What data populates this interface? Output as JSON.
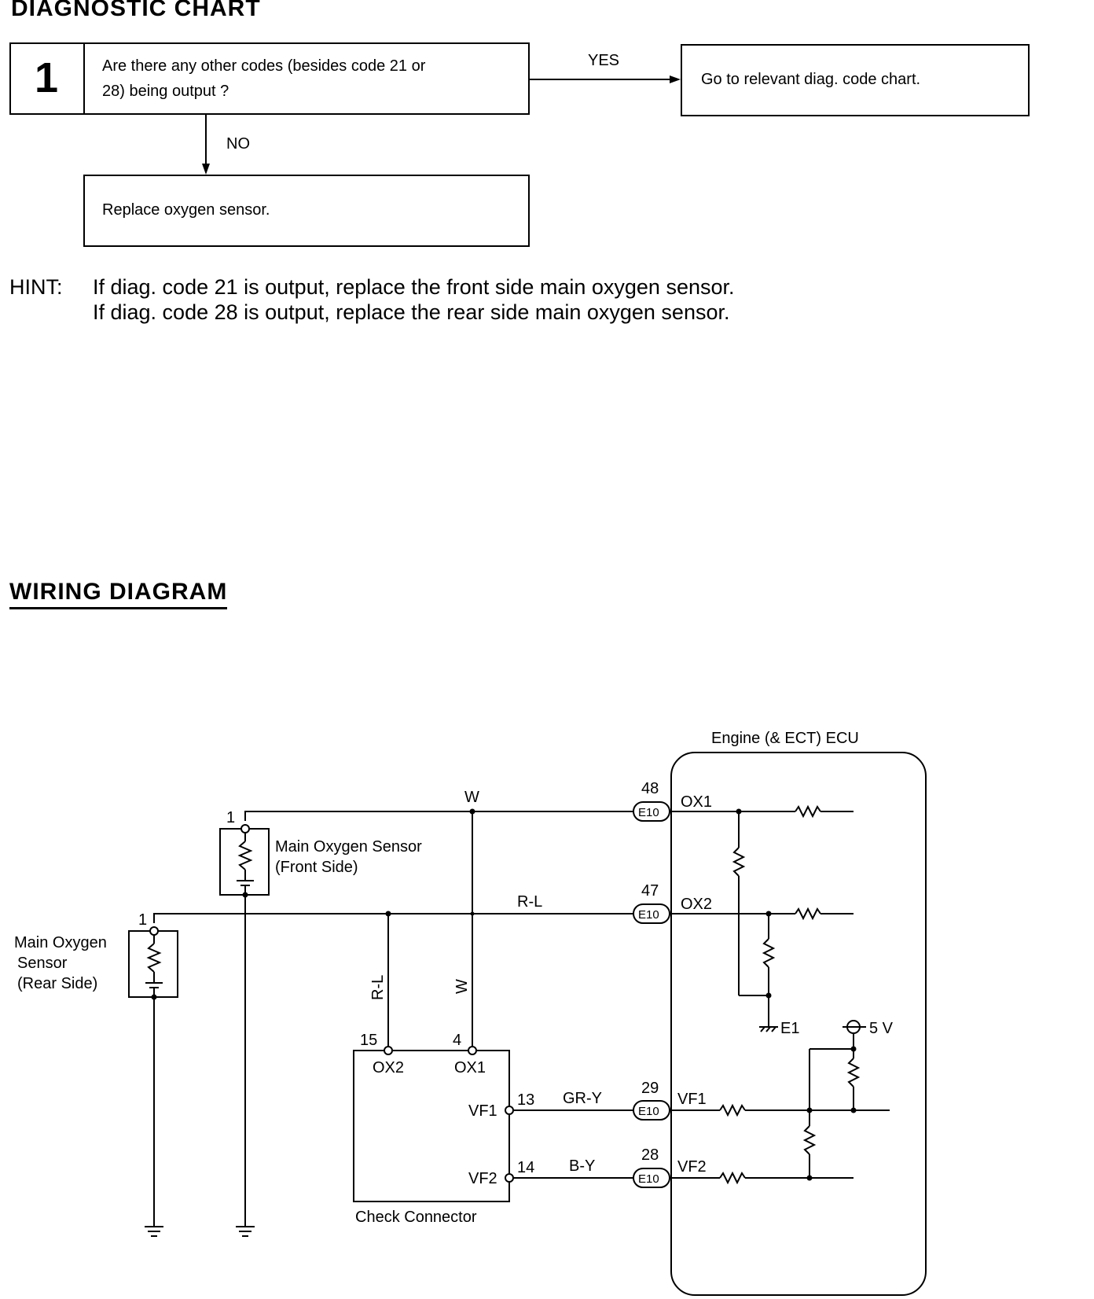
{
  "diagnostic_chart": {
    "title": "DIAGNOSTIC CHART",
    "step_number": "1",
    "question_line1": "Are there any other codes (besides code 21 or",
    "question_line2": "28) being output ?",
    "yes_label": "YES",
    "yes_result": "Go to relevant diag. code chart.",
    "no_label": "NO",
    "no_result": "Replace oxygen sensor."
  },
  "hint": {
    "label": "HINT:",
    "line1": "If diag. code 21 is output, replace the front side main oxygen sensor.",
    "line2": "If diag. code 28 is output, replace the rear side main oxygen sensor."
  },
  "wiring_diagram": {
    "title": "WIRING DIAGRAM",
    "ecu_title": "Engine (& ECT) ECU",
    "front_sensor": {
      "pin": "1",
      "line1": "Main Oxygen Sensor",
      "line2": "(Front Side)"
    },
    "rear_sensor": {
      "pin": "1",
      "line1": "Main Oxygen",
      "line2": "Sensor",
      "line3": "(Rear Side)"
    },
    "wire_w": "W",
    "wire_rl": "R-L",
    "wire_rl_vertical": "R-L",
    "wire_w_vertical": "W",
    "wire_gry": "GR-Y",
    "wire_by": "B-Y",
    "connector_code": "E10",
    "pin_48": "48",
    "pin_47": "47",
    "pin_29": "29",
    "pin_28": "28",
    "ecu_ox1": "OX1",
    "ecu_ox2": "OX2",
    "ecu_vf1": "VF1",
    "ecu_vf2": "VF2",
    "ecu_e1": "E1",
    "ecu_5v": "5 V",
    "check_connector": {
      "title": "Check Connector",
      "pin_15": "15",
      "pin_4": "4",
      "pin_13": "13",
      "pin_14": "14",
      "ox2": "OX2",
      "ox1": "OX1",
      "vf1": "VF1",
      "vf2": "VF2"
    }
  }
}
